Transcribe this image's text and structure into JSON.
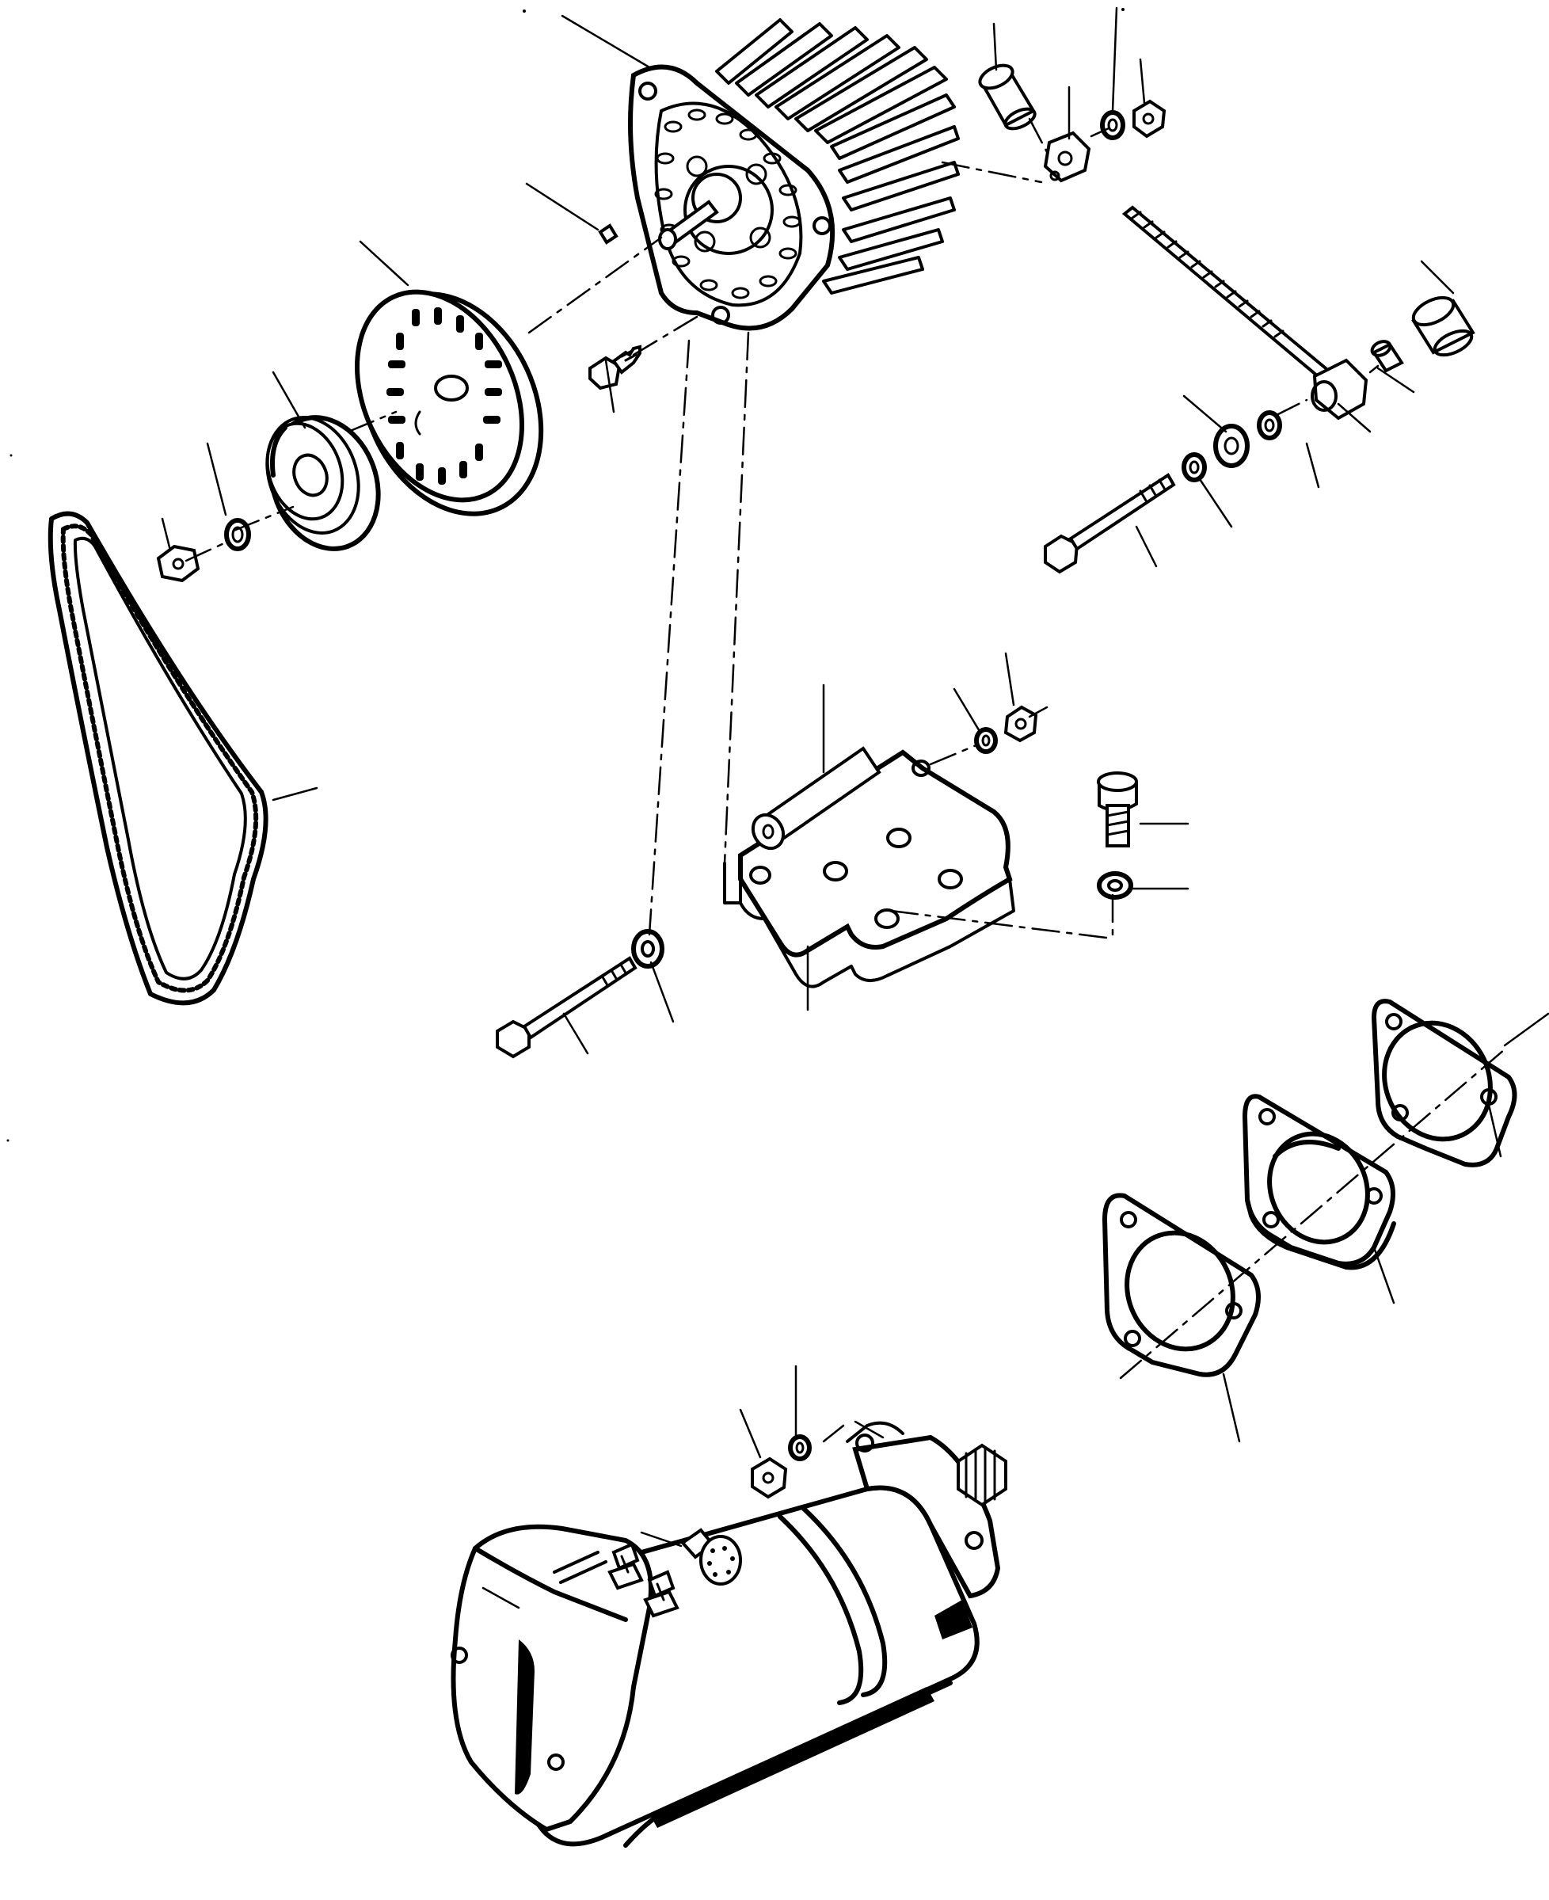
{
  "diagram": {
    "type": "exploded-parts-illustration",
    "colors": {
      "ink": "#000000",
      "background": "#ffffff"
    },
    "parts": [
      {
        "id": "alternator",
        "icon": "alternator-icon"
      },
      {
        "id": "fan",
        "icon": "fan-icon"
      },
      {
        "id": "pulley",
        "icon": "pulley-icon"
      },
      {
        "id": "woodruff-key",
        "icon": "key-icon"
      },
      {
        "id": "drive-belt",
        "icon": "belt-icon"
      },
      {
        "id": "pulley-nut",
        "icon": "nut-icon"
      },
      {
        "id": "pulley-lock-washer",
        "icon": "lock-washer-icon"
      },
      {
        "id": "alternator-bolt-short",
        "icon": "bolt-icon"
      },
      {
        "id": "terminal-sleeve",
        "icon": "sleeve-icon"
      },
      {
        "id": "terminal-block",
        "icon": "block-icon"
      },
      {
        "id": "terminal-nut",
        "icon": "nut-icon"
      },
      {
        "id": "terminal-washer",
        "icon": "washer-icon"
      },
      {
        "id": "adjusting-rod",
        "icon": "threaded-rod-icon"
      },
      {
        "id": "rod-spacer",
        "icon": "spacer-icon"
      },
      {
        "id": "rod-bushing",
        "icon": "bushing-icon"
      },
      {
        "id": "rod-trunnion",
        "icon": "trunnion-icon"
      },
      {
        "id": "adjusting-bolt",
        "icon": "bolt-icon"
      },
      {
        "id": "adjusting-washers",
        "icon": "washer-icon"
      },
      {
        "id": "mounting-bracket",
        "icon": "bracket-icon"
      },
      {
        "id": "bracket-pivot-pin",
        "icon": "pin-icon"
      },
      {
        "id": "bracket-nut",
        "icon": "nut-icon"
      },
      {
        "id": "bracket-lock-washer",
        "icon": "lock-washer-icon"
      },
      {
        "id": "bracket-cap-screw",
        "icon": "cap-screw-icon"
      },
      {
        "id": "bracket-washer",
        "icon": "washer-icon"
      },
      {
        "id": "pivot-bolt-long",
        "icon": "bolt-icon"
      },
      {
        "id": "pivot-washer",
        "icon": "washer-icon"
      },
      {
        "id": "flange-gasket-outer",
        "icon": "gasket-icon"
      },
      {
        "id": "flange-spacer",
        "icon": "spacer-plate-icon"
      },
      {
        "id": "flange-gasket-inner",
        "icon": "gasket-icon"
      },
      {
        "id": "starter-motor",
        "icon": "starter-motor-icon"
      },
      {
        "id": "starter-nut",
        "icon": "nut-icon"
      },
      {
        "id": "starter-lock-washer",
        "icon": "lock-washer-icon"
      },
      {
        "id": "starter-terminal-cap",
        "icon": "terminal-cap-icon"
      }
    ]
  }
}
